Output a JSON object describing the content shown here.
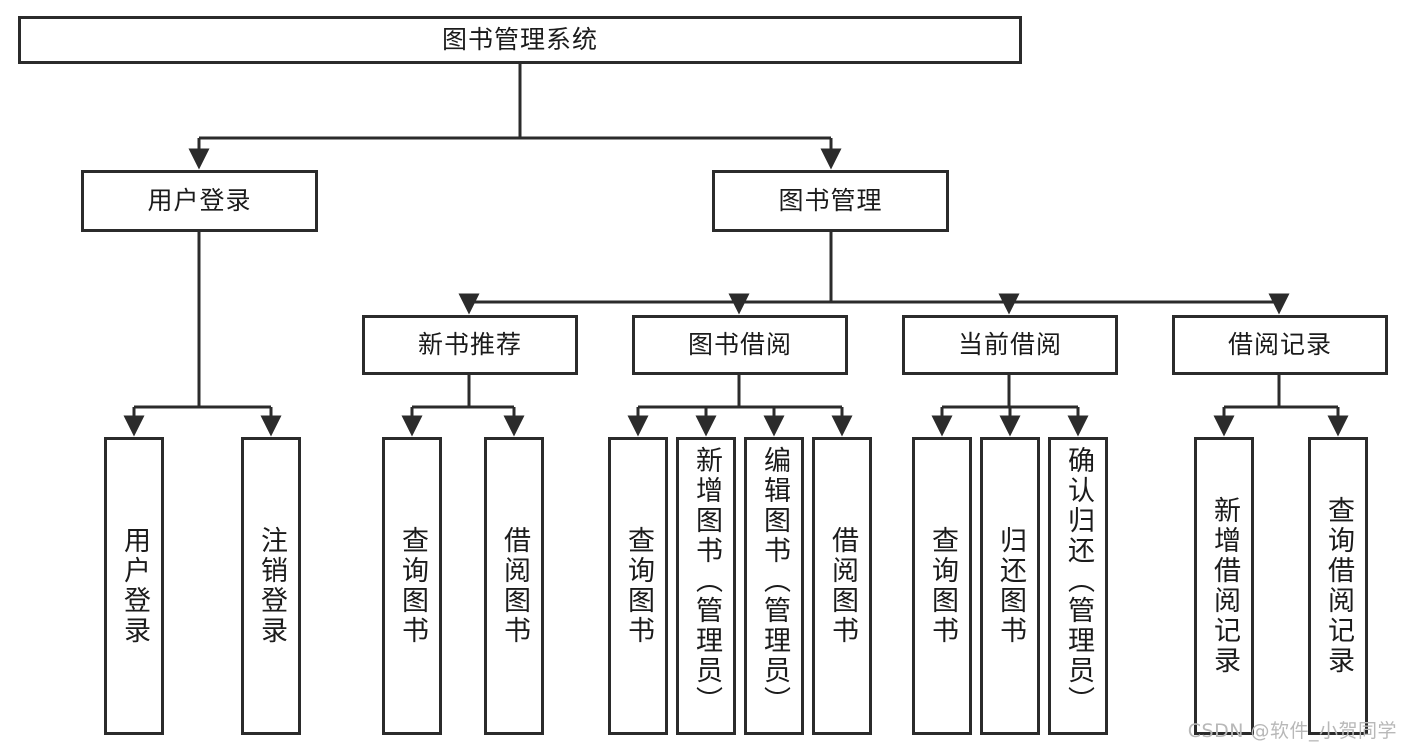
{
  "diagram": {
    "title": "图书管理系统",
    "watermark": "CSDN @软件_小贺同学",
    "colors": {
      "box_border": "#2b2b2b",
      "connector": "#2b2b2b",
      "background": "#ffffff",
      "text": "#1b1b1b",
      "watermark": "#b8b8b8"
    },
    "levels": {
      "root": {
        "label": "图书管理系统"
      },
      "level2": [
        {
          "label": "用户登录"
        },
        {
          "label": "图书管理"
        }
      ],
      "level3": [
        {
          "label": "新书推荐"
        },
        {
          "label": "图书借阅"
        },
        {
          "label": "当前借阅"
        },
        {
          "label": "借阅记录"
        }
      ],
      "leaves": {
        "user_login": [
          {
            "label": "用户登录"
          },
          {
            "label": "注销登录"
          }
        ],
        "new_book_recommend": [
          {
            "label": "查询图书"
          },
          {
            "label": "借阅图书"
          }
        ],
        "book_borrow": [
          {
            "label": "查询图书"
          },
          {
            "label": "新增图书（管理员）"
          },
          {
            "label": "编辑图书（管理员）"
          },
          {
            "label": "借阅图书"
          }
        ],
        "current_borrow": [
          {
            "label": "查询图书"
          },
          {
            "label": "归还图书"
          },
          {
            "label": "确认归还（管理员）"
          }
        ],
        "borrow_record": [
          {
            "label": "新增借阅记录"
          },
          {
            "label": "查询借阅记录"
          }
        ]
      }
    }
  }
}
